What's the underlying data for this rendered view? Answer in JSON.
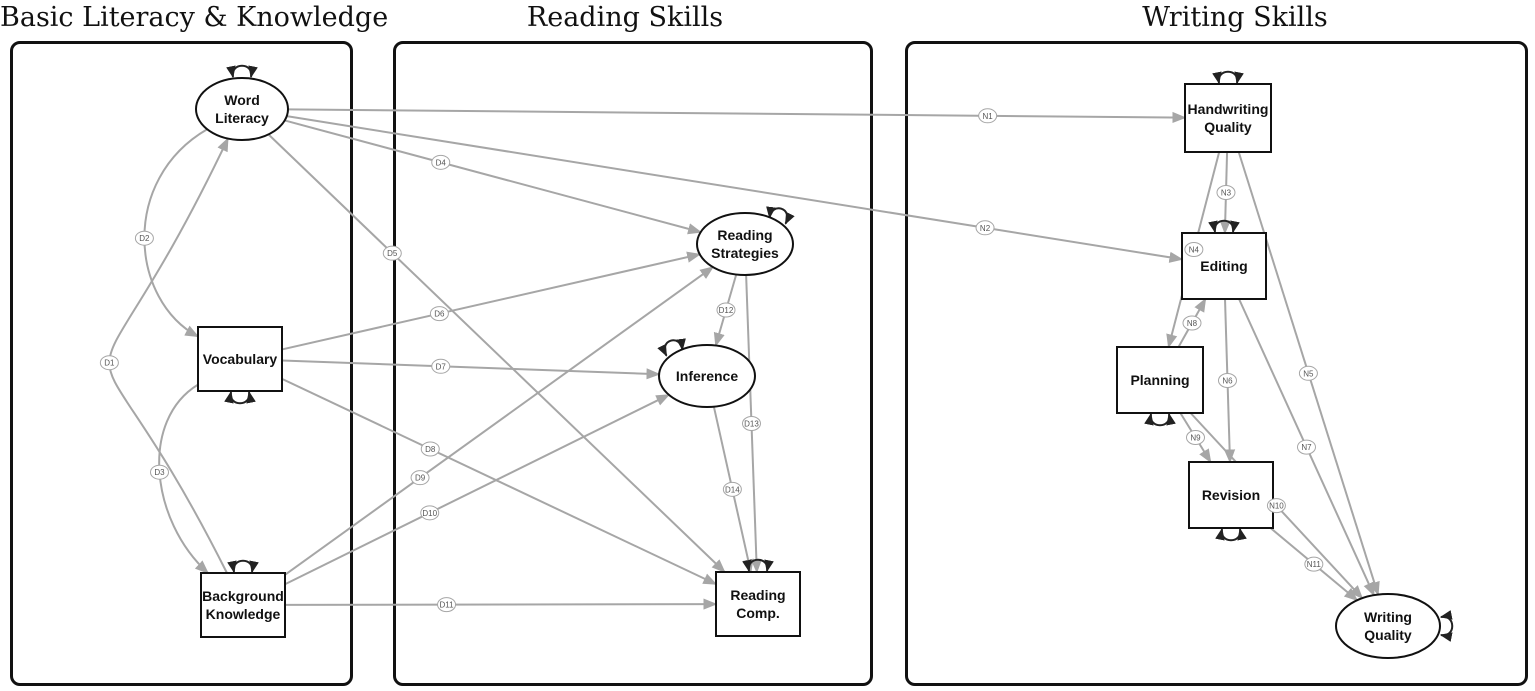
{
  "panels": [
    {
      "id": "basic",
      "title": "Basic Literacy & Knowledge"
    },
    {
      "id": "reading",
      "title": "Reading Skills"
    },
    {
      "id": "writing",
      "title": "Writing Skills"
    }
  ],
  "nodes": [
    {
      "id": "word_literacy",
      "shape": "ellipse",
      "lines": [
        "Word",
        "Literacy"
      ],
      "loop": "top"
    },
    {
      "id": "vocabulary",
      "shape": "rect",
      "lines": [
        "Vocabulary"
      ],
      "loop": "bottom"
    },
    {
      "id": "background_knowledge",
      "shape": "rect",
      "lines": [
        "Background",
        "Knowledge"
      ],
      "loop": "top"
    },
    {
      "id": "reading_strategies",
      "shape": "ellipse",
      "lines": [
        "Reading",
        "Strategies"
      ],
      "loop": "top-right"
    },
    {
      "id": "inference",
      "shape": "ellipse",
      "lines": [
        "Inference"
      ],
      "loop": "top-left"
    },
    {
      "id": "reading_comp",
      "shape": "rect",
      "lines": [
        "Reading",
        "Comp."
      ],
      "loop": "top"
    },
    {
      "id": "handwriting_quality",
      "shape": "rect",
      "lines": [
        "Handwriting",
        "Quality"
      ],
      "loop": "top"
    },
    {
      "id": "editing",
      "shape": "rect",
      "lines": [
        "Editing"
      ],
      "loop": "top"
    },
    {
      "id": "planning",
      "shape": "rect",
      "lines": [
        "Planning"
      ],
      "loop": "bottom"
    },
    {
      "id": "revision",
      "shape": "rect",
      "lines": [
        "Revision"
      ],
      "loop": "bottom"
    },
    {
      "id": "writing_quality",
      "shape": "ellipse",
      "lines": [
        "Writing",
        "Quality"
      ],
      "loop": "right"
    }
  ],
  "paths": [
    {
      "label": "D1",
      "from": "background_knowledge",
      "to": "word_literacy",
      "style": "curve"
    },
    {
      "label": "D2",
      "from": "word_literacy",
      "to": "vocabulary",
      "style": "curve"
    },
    {
      "label": "D3",
      "from": "vocabulary",
      "to": "background_knowledge",
      "style": "curve"
    },
    {
      "label": "D4",
      "from": "word_literacy",
      "to": "reading_strategies",
      "style": "straight"
    },
    {
      "label": "D5",
      "from": "word_literacy",
      "to": "reading_comp",
      "style": "straight"
    },
    {
      "label": "D6",
      "from": "vocabulary",
      "to": "reading_strategies",
      "style": "straight"
    },
    {
      "label": "D7",
      "from": "vocabulary",
      "to": "inference",
      "style": "straight"
    },
    {
      "label": "D8",
      "from": "vocabulary",
      "to": "reading_comp",
      "style": "straight"
    },
    {
      "label": "D9",
      "from": "background_knowledge",
      "to": "reading_strategies",
      "style": "straight"
    },
    {
      "label": "D10",
      "from": "background_knowledge",
      "to": "inference",
      "style": "straight"
    },
    {
      "label": "D11",
      "from": "background_knowledge",
      "to": "reading_comp",
      "style": "straight"
    },
    {
      "label": "D12",
      "from": "reading_strategies",
      "to": "inference",
      "style": "straight"
    },
    {
      "label": "D13",
      "from": "reading_strategies",
      "to": "reading_comp",
      "style": "straight"
    },
    {
      "label": "D14",
      "from": "inference",
      "to": "reading_comp",
      "style": "straight"
    },
    {
      "label": "N1",
      "from": "word_literacy",
      "to": "handwriting_quality",
      "style": "straight"
    },
    {
      "label": "N2",
      "from": "word_literacy",
      "to": "editing",
      "style": "straight"
    },
    {
      "label": "N3",
      "from": "handwriting_quality",
      "to": "editing",
      "style": "straight"
    },
    {
      "label": "N4",
      "from": "handwriting_quality",
      "to": "planning",
      "style": "straight"
    },
    {
      "label": "N5",
      "from": "handwriting_quality",
      "to": "writing_quality",
      "style": "straight"
    },
    {
      "label": "N6",
      "from": "editing",
      "to": "revision",
      "style": "straight"
    },
    {
      "label": "N7",
      "from": "editing",
      "to": "writing_quality",
      "style": "straight"
    },
    {
      "label": "N8",
      "from": "planning",
      "to": "editing",
      "style": "straight"
    },
    {
      "label": "N9",
      "from": "planning",
      "to": "revision",
      "style": "straight"
    },
    {
      "label": "N10",
      "from": "planning",
      "to": "writing_quality",
      "style": "straight"
    },
    {
      "label": "N11",
      "from": "revision",
      "to": "writing_quality",
      "style": "straight"
    }
  ],
  "colors": {
    "path": "#a6a6a6",
    "outline": "#111111",
    "loop": "#222222",
    "path_label": "#555555"
  }
}
